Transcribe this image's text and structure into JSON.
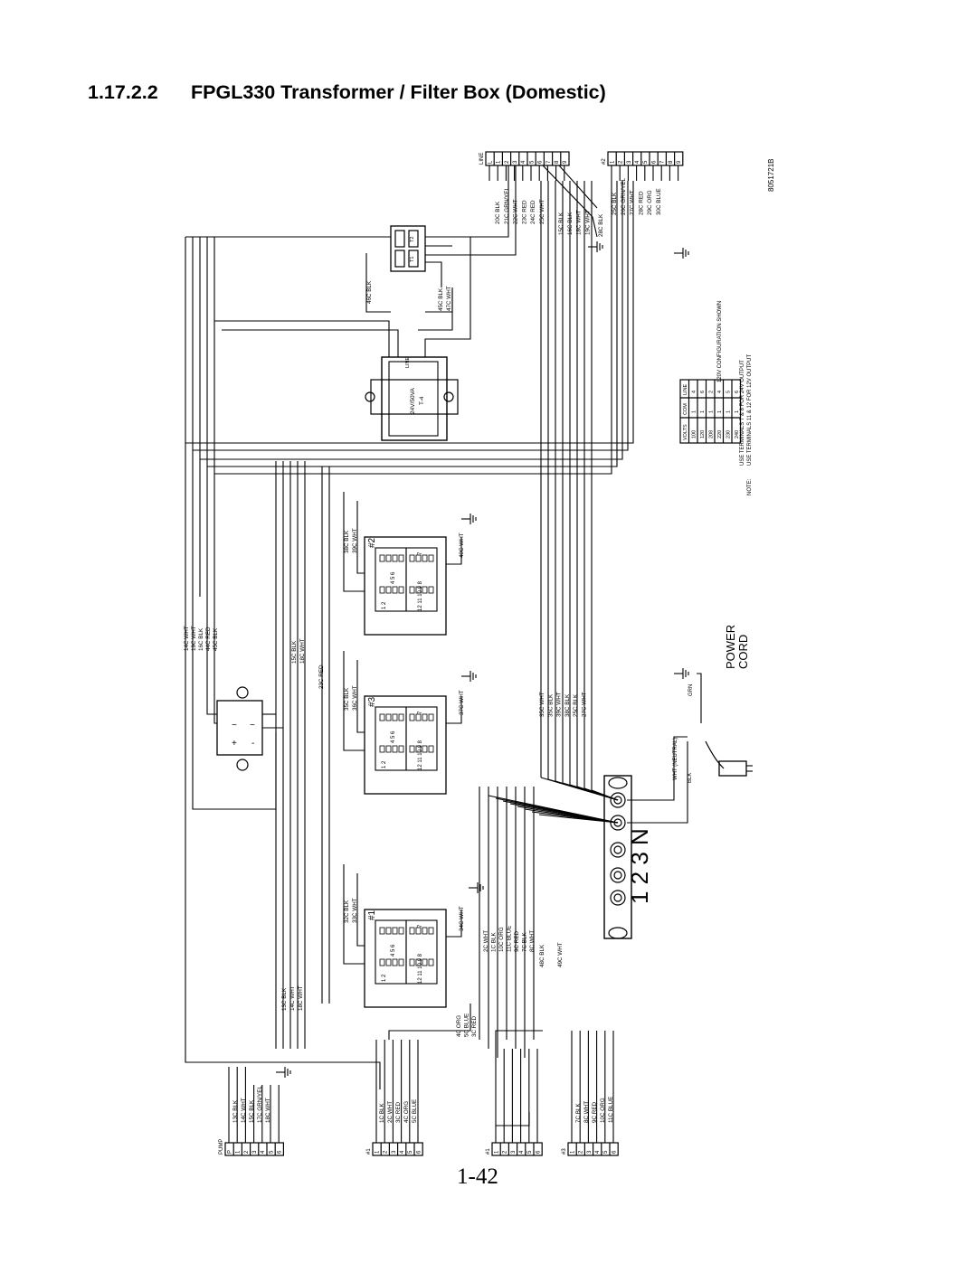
{
  "heading": {
    "section_number": "1.17.2.2",
    "section_title": "FPGL330 Transformer / Filter Box (Domestic)"
  },
  "page_number": "1-42",
  "diagram": {
    "drawing_number": "8051721B",
    "note": {
      "prefix": "NOTE:",
      "line1": "USE TERMINALS 7 & 8 FOR 24V OUTPUT",
      "line2": "USE TERMINALS 11 & 12 FOR 12V OUTPUT",
      "config": "120V CONFIGURATION SHOWN"
    },
    "voltage_table": {
      "headers": [
        "VOLTS",
        "COM",
        "LINE"
      ],
      "rows": [
        [
          "100",
          "1",
          "4"
        ],
        [
          "120",
          "1",
          "6"
        ],
        [
          "208",
          "1",
          "2"
        ],
        [
          "220",
          "1",
          "4"
        ],
        [
          "230",
          "1",
          "5"
        ],
        [
          "240",
          "1",
          "6"
        ]
      ]
    },
    "power_cord": {
      "label1": "POWER",
      "label2": "CORD",
      "grn": "GRN",
      "wht": "WHT (NEUTRAL)",
      "blk": "BLK"
    },
    "terminal_strip_numbers": "1  2  3  N",
    "transformer": {
      "rating": "24V/50VA",
      "id": "T-4",
      "line": "LINE"
    },
    "relay_labels": [
      "T2",
      "T1"
    ],
    "computers": [
      "#2",
      "#3",
      "#1"
    ],
    "connectors": {
      "line": "LINE",
      "j2": "#2",
      "pump": "PUMP",
      "j1a": "#1",
      "j1b": "#1",
      "j3": "#3"
    },
    "wire_groups": {
      "line_top": [
        "20C BLK",
        "21C GRN/YEL",
        "22C WHT",
        "23C RED",
        "24C RED",
        "25C WHT",
        "15C BLK",
        "16C BLK",
        "18C WHT",
        "19C WHT"
      ],
      "j2_top": [
        "28C BLK",
        "25C BLK",
        "26C GRN/YEL",
        "27C WHT",
        "28C RED",
        "29C ORG",
        "30C BLUE"
      ],
      "relay": [
        "46C BLK",
        "45C BLK",
        "47C WHT"
      ],
      "left_bundle": [
        "14C WHT",
        "19C WHT",
        "16C BLK",
        "44C RED",
        "45C BLK"
      ],
      "mid_bundle": [
        "15C BLK",
        "18C WHT"
      ],
      "mid_red": [
        "23C RED"
      ],
      "comp2": [
        "38C BLK",
        "39C WHT",
        "40C WHT"
      ],
      "comp3": [
        "35C BLK",
        "36C WHT",
        "37C WHT"
      ],
      "strip": [
        "35C WHT",
        "35C BLK",
        "39C WHT",
        "38C BLK",
        "25C BLK",
        "27C WHT"
      ],
      "comp1": [
        "32C BLK",
        "33C WHT",
        "34C WHT"
      ],
      "comp1_right": [
        "2C WHT",
        "1C BLK",
        "10C ORG",
        "11C BLUE",
        "9C RED",
        "7C BLK",
        "8C WHT"
      ],
      "comp1_bottom": [
        "4C ORG",
        "5C BLUE",
        "3C RED"
      ],
      "lower_right": [
        "48C BLK",
        "49C WHT"
      ],
      "bottom_left": [
        "13C BLK",
        "14C WHT",
        "18C WHT"
      ],
      "pump": [
        "13C BLK",
        "14C WHT",
        "15C BLK",
        "17C GRN/YEL",
        "18C WHT"
      ],
      "j1a": [
        "1C BLK",
        "2C WHT",
        "3C RED",
        "4C ORG",
        "5C BLUE"
      ],
      "j3": [
        "7C BLK",
        "8C WHT",
        "9C RED",
        "10C ORG",
        "11C BLUE"
      ]
    },
    "terminal_digits": {
      "line": [
        "L",
        "1",
        "2",
        "3",
        "4",
        "5",
        "6",
        "7",
        "8",
        "9"
      ],
      "j2": [
        "1",
        "2",
        "3",
        "4",
        "5",
        "6",
        "7",
        "8",
        "9"
      ],
      "pump": [
        "P",
        "1",
        "2",
        "3",
        "4",
        "5",
        "6"
      ],
      "six": [
        "1",
        "2",
        "3",
        "4",
        "5",
        "6"
      ],
      "comp_pins": [
        "1 2",
        "4 5 6",
        "7",
        "12 11 10 9 8"
      ]
    }
  }
}
